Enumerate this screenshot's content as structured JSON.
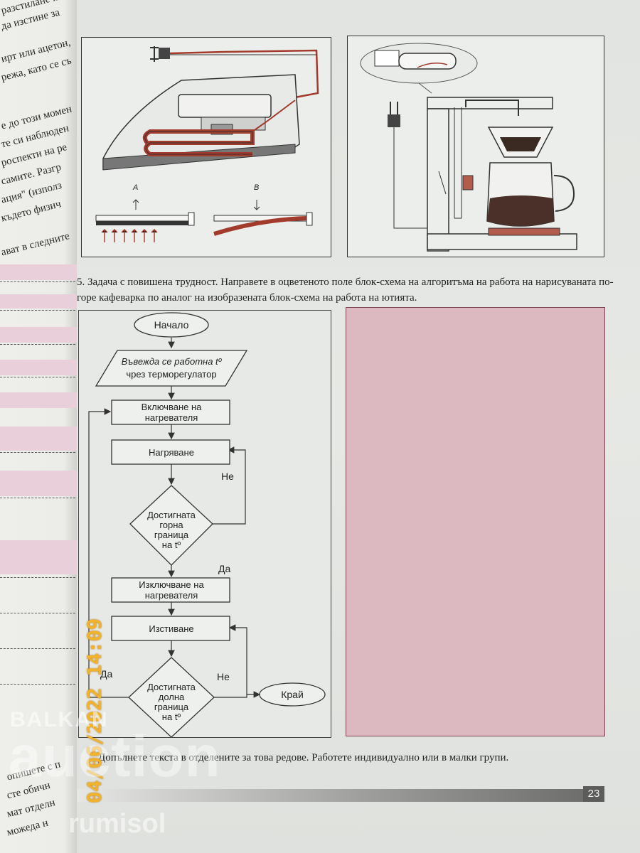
{
  "task": {
    "text": "5. Задача с повишена трудност. Направете в оцветеното поле блок-схема на алгоритъма на работа на нарисуваната по-горе кафеварка по аналог на изобразената блок-схема на работа на ютията."
  },
  "iron_figure": {
    "label_a": "A",
    "label_b": "B"
  },
  "flowchart": {
    "start": "Начало",
    "input_line1": "Въвежда се работна tº",
    "input_line2": "чрез терморегулатор",
    "heater_on_line1": "Включване на",
    "heater_on_line2": "нагревателя",
    "heating": "Нагряване",
    "no_1": "Не",
    "decision1_line1": "Достигната",
    "decision1_line2": "горна",
    "decision1_line3": "граница",
    "decision1_line4": "на tº",
    "yes_1": "Да",
    "heater_off_line1": "Изключване на",
    "heater_off_line2": "нагревателя",
    "cooling": "Изстиване",
    "yes_2": "Да",
    "no_2": "Не",
    "decision2_line1": "Достигната",
    "decision2_line2": "долна",
    "decision2_line3": "граница",
    "decision2_line4": "на tº",
    "end": "Край"
  },
  "bottom_text": "Допълнете текста в отделените за това редове. Работете индивидуално или в малки групи.",
  "page_number": "23",
  "left_page": {
    "lines": [
      "е до този момен",
      "те си наблюден",
      "роспекти на ре",
      "самите. Разгр",
      "ация\" (използ",
      "където физич",
      "ават в следните"
    ],
    "top_lines": [
      "разстилане на",
      "да изстине за",
      "ирт или ацетон,",
      "режа, като се съ"
    ],
    "bottom_lines": [
      "опишете с п",
      "сте обичн",
      "мат отделн",
      "можеда н"
    ]
  },
  "overlay": {
    "date_stamp": "04/06/2022 14:09",
    "watermark_brand": "BALKAN",
    "watermark_main": "auction",
    "watermark_user": "rumisol"
  },
  "colors": {
    "answer_fill": "#dcb9c0",
    "heating_element": "#a33b2c",
    "date_stamp": "#f1b22c"
  }
}
